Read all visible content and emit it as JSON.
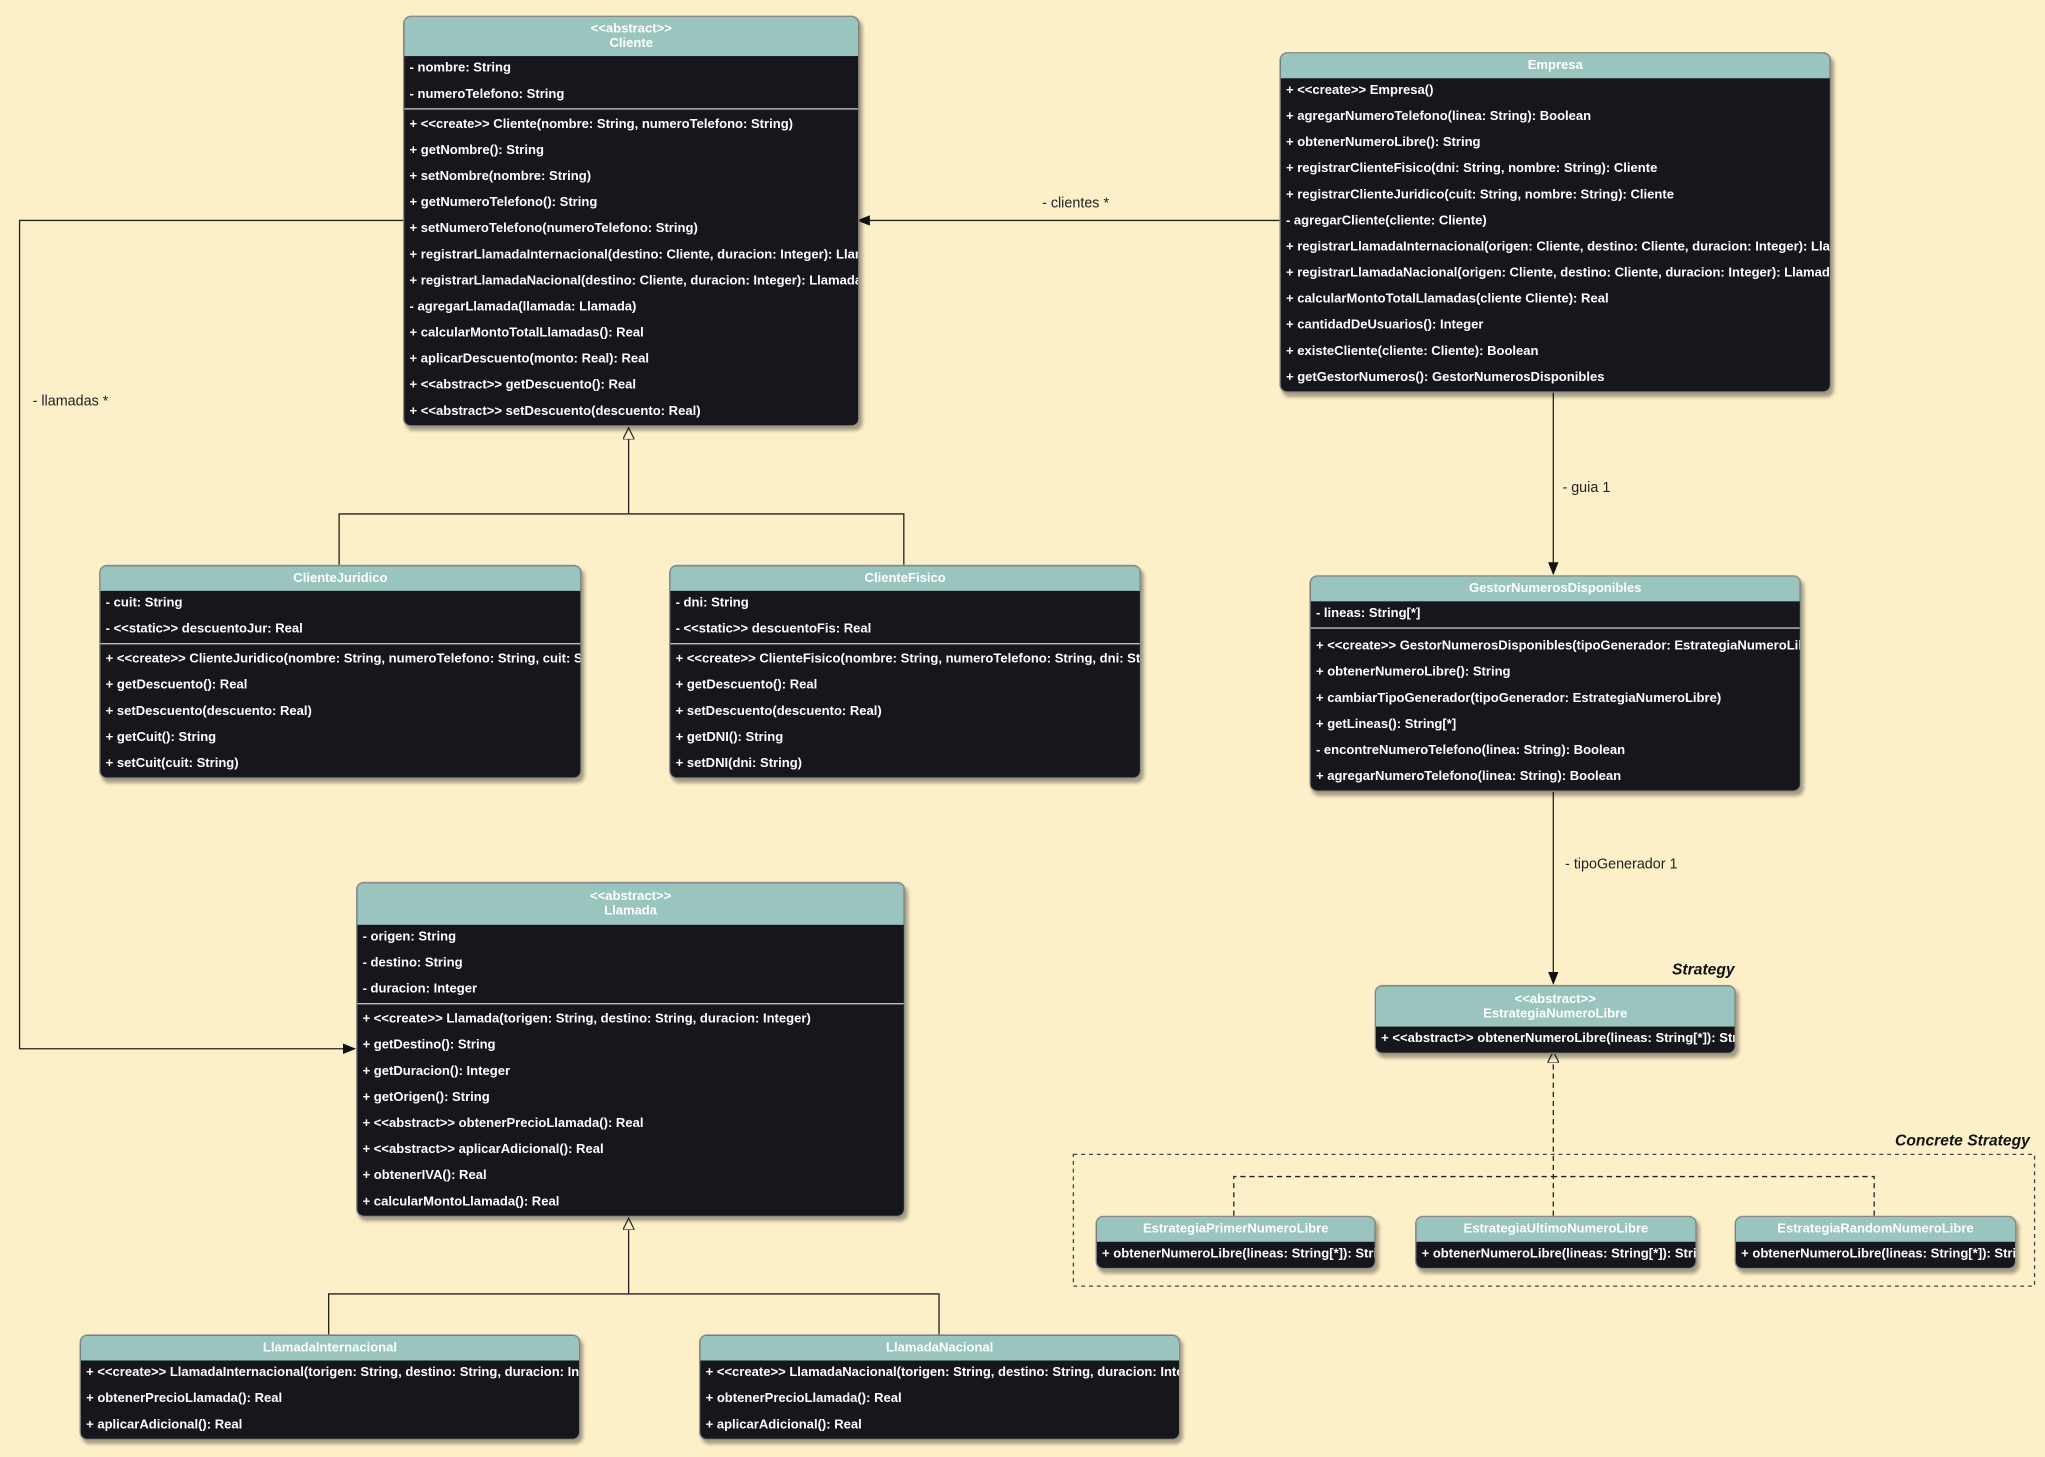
{
  "classes": {
    "cliente": {
      "stereotype": "<<abstract>>",
      "name": "Cliente",
      "attributes": [
        "- nombre: String",
        "- numeroTelefono: String"
      ],
      "methods": [
        "+ <<create>> Cliente(nombre: String, numeroTelefono: String)",
        "+ getNombre(): String",
        "+ setNombre(nombre: String)",
        "+ getNumeroTelefono(): String",
        "+ setNumeroTelefono(numeroTelefono: String)",
        "+ registrarLlamadaInternacional(destino: Cliente, duracion: Integer): Llamada",
        "+ registrarLlamadaNacional(destino: Cliente, duracion: Integer): Llamada",
        "- agregarLlamada(llamada: Llamada)",
        "+ calcularMontoTotalLlamadas(): Real",
        "+ aplicarDescuento(monto: Real): Real",
        "+ <<abstract>> getDescuento(): Real",
        "+ <<abstract>> setDescuento(descuento: Real)"
      ]
    },
    "empresa": {
      "name": "Empresa",
      "methods": [
        "+ <<create>> Empresa()",
        "+ agregarNumeroTelefono(linea: String): Boolean",
        "+ obtenerNumeroLibre(): String",
        "+ registrarClienteFisico(dni: String, nombre: String): Cliente",
        "+ registrarClienteJuridico(cuit: String, nombre: String): Cliente",
        "- agregarCliente(cliente: Cliente)",
        "+ registrarLlamadaInternacional(origen: Cliente, destino: Cliente, duracion: Integer): Llamada",
        "+ registrarLlamadaNacional(origen: Cliente, destino: Cliente, duracion: Integer): Llamada",
        "+ calcularMontoTotalLlamadas(cliente Cliente): Real",
        "+ cantidadDeUsuarios(): Integer",
        "+ existeCliente(cliente: Cliente): Boolean",
        "+ getGestorNumeros(): GestorNumerosDisponibles"
      ]
    },
    "clienteJuridico": {
      "name": "ClienteJuridico",
      "attributes": [
        "- cuit: String",
        "- <<static>> descuentoJur: Real"
      ],
      "methods": [
        "+ <<create>> ClienteJuridico(nombre: String, numeroTelefono: String, cuit: String)",
        "+ getDescuento(): Real",
        "+ setDescuento(descuento: Real)",
        "+ getCuit(): String",
        "+ setCuit(cuit: String)"
      ]
    },
    "clienteFisico": {
      "name": "ClienteFisico",
      "attributes": [
        "- dni: String",
        "- <<static>> descuentoFis: Real"
      ],
      "methods": [
        "+ <<create>> ClienteFisico(nombre: String, numeroTelefono: String, dni: String)",
        "+ getDescuento(): Real",
        "+ setDescuento(descuento: Real)",
        "+ getDNI(): String",
        "+ setDNI(dni: String)"
      ]
    },
    "gestor": {
      "name": "GestorNumerosDisponibles",
      "attributes": [
        "- lineas: String[*]"
      ],
      "methods": [
        "+ <<create>> GestorNumerosDisponibles(tipoGenerador: EstrategiaNumeroLibre)",
        "+ obtenerNumeroLibre(): String",
        "+ cambiarTipoGenerador(tipoGenerador: EstrategiaNumeroLibre)",
        "+ getLineas(): String[*]",
        "- encontreNumeroTelefono(linea: String): Boolean",
        "+ agregarNumeroTelefono(linea: String): Boolean"
      ]
    },
    "llamada": {
      "stereotype": "<<abstract>>",
      "name": "Llamada",
      "attributes": [
        "- origen: String",
        "- destino: String",
        "- duracion: Integer"
      ],
      "methods": [
        "+ <<create>> Llamada(torigen: String, destino: String, duracion: Integer)",
        "+ getDestino(): String",
        "+ getDuracion(): Integer",
        "+ getOrigen(): String",
        "+ <<abstract>> obtenerPrecioLlamada(): Real",
        "+ <<abstract>> aplicarAdicional(): Real",
        "+ obtenerIVA(): Real",
        "+ calcularMontoLlamada(): Real"
      ]
    },
    "estrategia": {
      "stereotype": "<<abstract>>",
      "name": "EstrategiaNumeroLibre",
      "methods": [
        "+ <<abstract>> obtenerNumeroLibre(lineas: String[*]): String"
      ]
    },
    "primer": {
      "name": "EstrategiaPrimerNumeroLibre",
      "methods": [
        "+ obtenerNumeroLibre(lineas: String[*]): String"
      ]
    },
    "ultimo": {
      "name": "EstrategiaUltimoNumeroLibre",
      "methods": [
        "+ obtenerNumeroLibre(lineas: String[*]): String"
      ]
    },
    "random": {
      "name": "EstrategiaRandomNumeroLibre",
      "methods": [
        "+ obtenerNumeroLibre(lineas: String[*]): String"
      ]
    },
    "internacional": {
      "name": "LlamadaInternacional",
      "methods": [
        "+ <<create>> LlamadaInternacional(torigen: String, destino: String, duracion: Integer)",
        "+ obtenerPrecioLlamada(): Real",
        "+ aplicarAdicional(): Real"
      ]
    },
    "nacional": {
      "name": "LlamadaNacional",
      "methods": [
        "+ <<create>> LlamadaNacional(torigen: String, destino: String, duracion: Integer)",
        "+ obtenerPrecioLlamada(): Real",
        "+ aplicarAdicional(): Real"
      ]
    }
  },
  "labels": {
    "clientes": "- clientes *",
    "llamadas": "- llamadas *",
    "guia": "- guia 1",
    "tipoGenerador": "- tipoGenerador 1",
    "strategy": "Strategy",
    "concreteStrategy": "Concrete Strategy"
  },
  "colors": {
    "background": "#fdf0c8",
    "classHeader": "#9ac5bf",
    "classBody": "#17161d",
    "text": "#ffffff",
    "line": "#222222"
  }
}
